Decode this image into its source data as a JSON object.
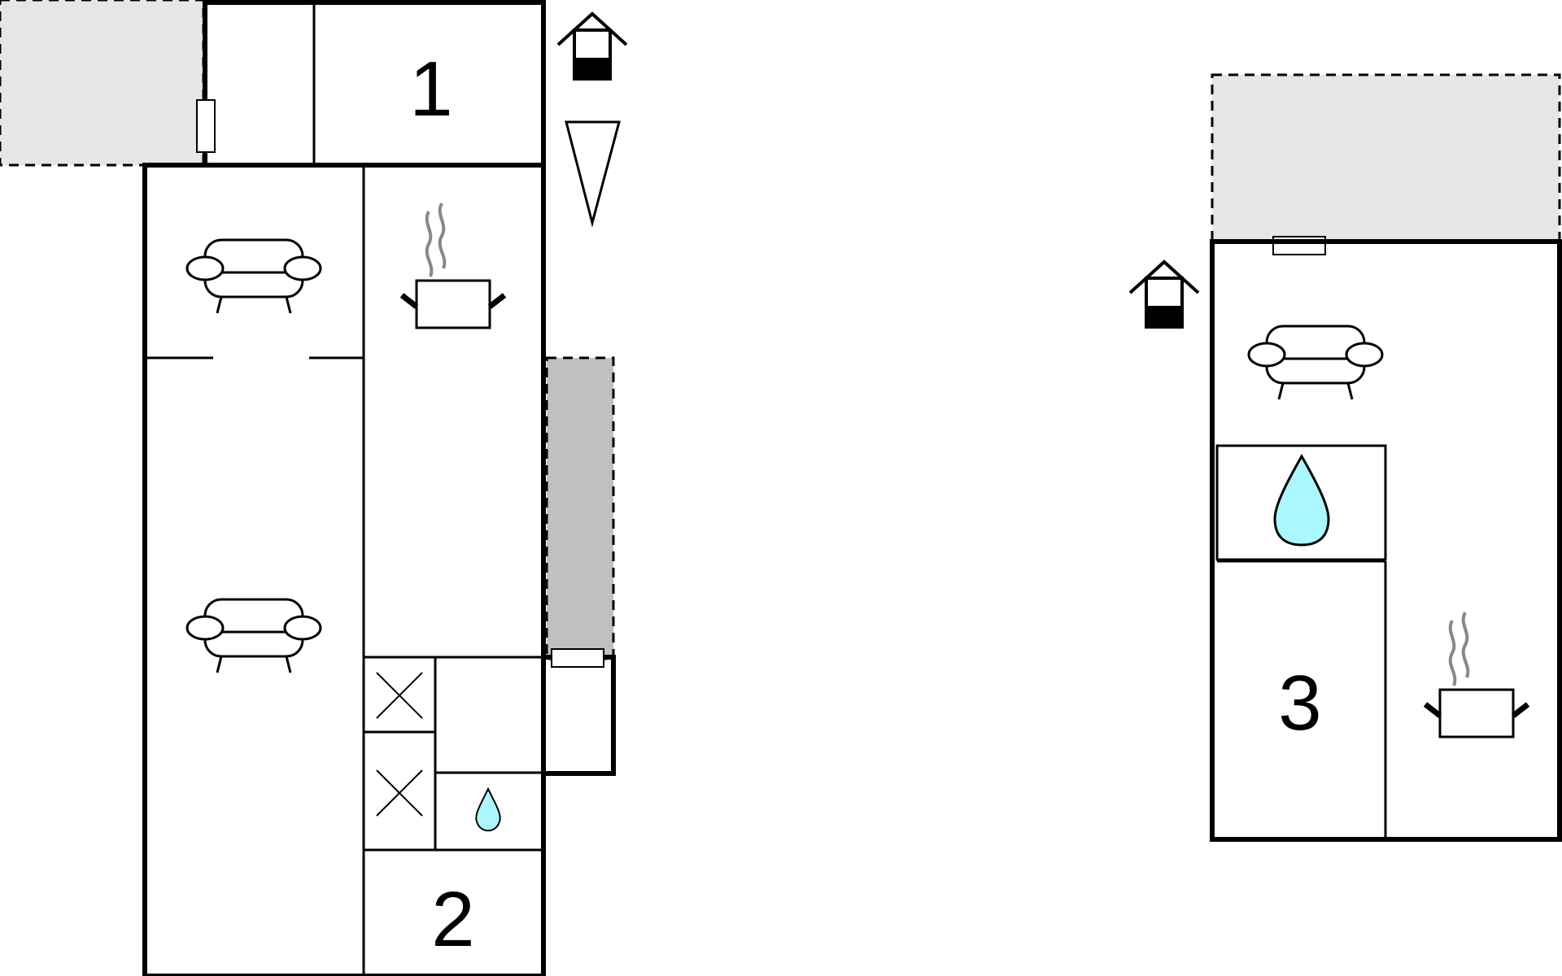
{
  "rooms": [
    {
      "number": "1"
    },
    {
      "number": "2"
    },
    {
      "number": "3"
    }
  ],
  "colors": {
    "wall": "#000000",
    "terrace_light": "#e6e6e6",
    "terrace_dark": "#c0c0c0",
    "water": "#aaf7ff",
    "steam": "#888888",
    "background": "#ffffff"
  },
  "icons": [
    "house-icon",
    "north-arrow-icon",
    "sofa-icon",
    "cooking-pot-icon",
    "water-drop-icon",
    "bed-cross-icon",
    "door-icon"
  ]
}
